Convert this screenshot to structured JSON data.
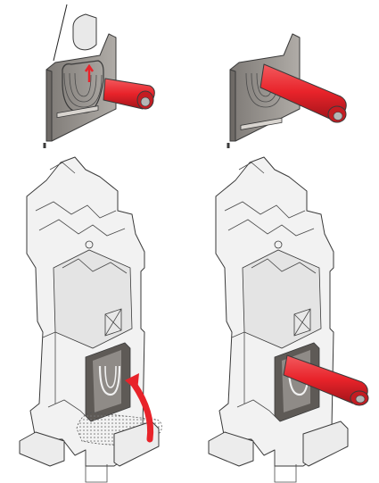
{
  "figure": {
    "panels": [
      {
        "id": "insert-terminal-step",
        "description_icon": "terminal-insertion-icon"
      },
      {
        "id": "inserted-terminal-step",
        "description_icon": "terminal-inserted-icon"
      },
      {
        "id": "housing-insert-step",
        "description_icon": "housing-insertion-icon"
      },
      {
        "id": "housing-inserted-step",
        "description_icon": "housing-inserted-icon"
      }
    ],
    "colors": {
      "accent_red": "#e8232a",
      "accent_red_dark": "#a3141a",
      "metal_gray": "#8e8a86",
      "metal_light": "#c4c0bb",
      "housing_fill": "#f2f2f2",
      "housing_shade": "#dcdcdc",
      "outline": "#3a3a3a"
    }
  }
}
